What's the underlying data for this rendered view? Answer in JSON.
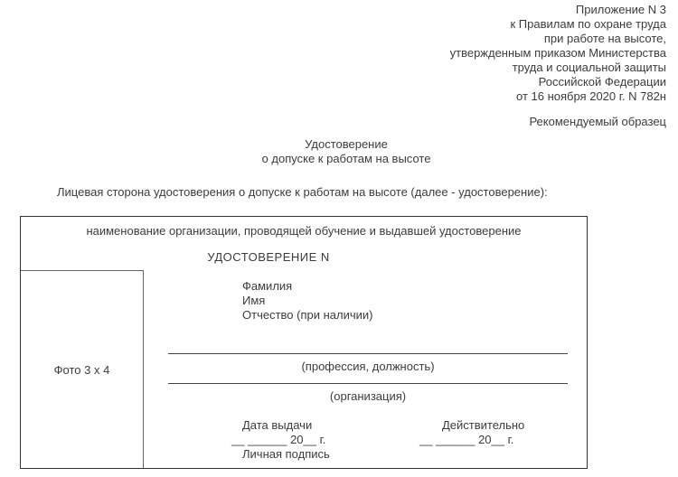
{
  "header": {
    "lines": [
      "Приложение N 3",
      "к Правилам по охране труда",
      "при работе на высоте,",
      "утвержденным приказом Министерства",
      "труда и социальной защиты",
      "Российской Федерации",
      "от 16 ноября 2020 г. N 782н"
    ],
    "note": "Рекомендуемый образец"
  },
  "title": {
    "line1": "Удостоверение",
    "line2": "о допуске к работам на высоте"
  },
  "intro": "Лицевая сторона удостоверения о допуске к работам на высоте (далее - удостоверение):",
  "certificate": {
    "org_caption": "наименование организации, проводящей обучение и выдавшей удостоверение",
    "number_heading": "УДОСТОВЕРЕНИЕ N",
    "photo_label": "Фото 3 х 4",
    "fields": {
      "surname": "Фамилия",
      "firstname": "Имя",
      "patronymic": "Отчество (при наличии)"
    },
    "profession_caption": "(профессия, должность)",
    "organization_caption": "(организация)",
    "issue": {
      "label": "Дата выдачи",
      "date_blank": "__ ______ 20__ г.",
      "signature": "Личная подпись"
    },
    "valid": {
      "label": "Действительно",
      "date_blank": "__ ______ 20__ г."
    }
  },
  "colors": {
    "text": "#3c3c3c",
    "outer_border": "#333333",
    "inner_border": "#666666"
  }
}
